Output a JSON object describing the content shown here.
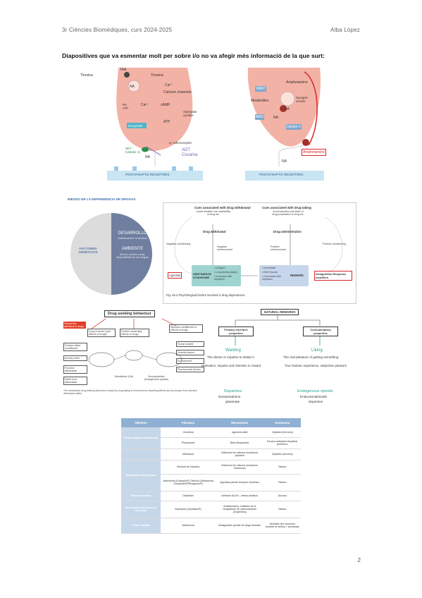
{
  "header": {
    "course": "3r Ciències Biomèdiques, curs 2024-2025",
    "author": "Alba López"
  },
  "intro": "Diapositives que va esmentar molt per sobre i/o no va afegir més informació de la que surt:",
  "fig1": {
    "labels": {
      "taa": "TAA",
      "tirosina_left": "Tirosina",
      "tirosina": "Tirosina",
      "na": "NA",
      "ca": "Ca²⁺",
      "calcium": "Calcium channels",
      "na_atp": "NA ATP",
      "ca2": "Ca²⁺",
      "camp": "cAMP",
      "adenylate": "Adenylate cyclase",
      "exocytosis": "Exocytosis",
      "atp": "ATP",
      "alpha2": "α₂-Adrenoceptor",
      "net": "NET (Uptake-1)",
      "adt": "ADT",
      "cocaina": "Cocaína",
      "na_syn": "NA",
      "receptors": "POSTSYNAPTIC RECEPTORS"
    }
  },
  "fig2": {
    "labels": {
      "vmat": "VMAT",
      "amphetamine": "Amphetamine",
      "synaptic": "Synaptic vesicle",
      "metabolites": "Metabolites",
      "na1": "NA",
      "mao": "MAO",
      "na2": "NA",
      "uptake": "Uptake 1",
      "amph_box": "Amphetamine",
      "na_syn": "NA",
      "receptors": "POSTSYNAPTIC RECEPTORS"
    }
  },
  "fig3": {
    "title": "RIESGO DE LA DEPENDENCIA DE DROGAS",
    "left_label": "FACTORES GENÉTICOS",
    "right_title1": "DESARROLLO",
    "right_sub1": "(Adolescentes vs adultos)",
    "right_title2": "AMBIENTE",
    "right_sub2": "(Estrés, presión social, disponibilidad de las drogas)"
  },
  "fig4": {
    "left_title": "Cues associated with drug withdrawal",
    "left_sub": "social situation non-availability of drug etc.",
    "right_title": "Cues associated with drug taking",
    "right_sub": "social situation purchase of drug preparation of drug etc.",
    "drug_withdrawal": "Drug withdrawal",
    "drug_admin": "Drug administration",
    "neg_cond": "Negative conditioning",
    "neg_reinf": "Negative reinforcement",
    "pos_reinf": "Positive reinforcement",
    "pos_cond": "Positive conditioning",
    "agonists": "Agonists",
    "abstinence": "ABSTINENCE SYNDROME",
    "abst_list": [
      "• Delayed",
      "• Long-lasting (days)",
      "• Increases with repetition"
    ],
    "reward_list": [
      "• Immediate",
      "• Brief (hours)",
      "• Decreases with repetition"
    ],
    "reward": "REWARD",
    "antagonists": "Antagonists Response modifiers",
    "caption": "Fig. 46.2   Psychological factors involved in drug dependence."
  },
  "fig5": {
    "title": "Drug-seeking behaviour",
    "red_box": "Recuerdos afectivos el drogo",
    "top_left": "Drug of abuse (own effects of drugs)",
    "top_mid": "Positive rewarding effects of drugs",
    "top_right": "Stimulus conditioned to effects of drugs",
    "left_nodes": [
      "Positive effect conditioned",
      "Anxiety relief",
      "Function withdrawal",
      "Relief from withdrawal"
    ],
    "center": "Mesolimbic (DA)",
    "neuro": "Neuropeptides (endogenous opioids)",
    "right_nodes": [
      "Social context",
      "Genetic factors",
      "Environment",
      "Psychosocial factors"
    ],
    "caption": "The conditioned drug-seeking behaviour evoked by drug-taking is reinforced by rewarding effects and by escape from aversive withdrawal states."
  },
  "fig6": {
    "title": "NATURAL REWARDS",
    "left_box": "Primary incentive properties",
    "right_box": "Consummatory properties",
    "wanting": "Wanting",
    "wanting_desc1": "The desire or impulse to obtain it",
    "wanting_desc2": "Motivation, Impulse and Attention to reward",
    "liking": "Liking",
    "liking_desc1": "The real pleasure of getting something",
    "liking_desc2": "True hedonic experience, subjective pleasure",
    "dopamine": "Dopamine",
    "dopa_sub1": "Norepinephrine",
    "dopa_sub2": "glutamate",
    "opioids": "Endogenous opioids",
    "op_sub1": "Endocannabinoids",
    "op_sub2": "dopamine"
  },
  "table": {
    "headers": [
      "Objetivo",
      "Fármaco",
      "Mecanismo",
      "Sustancia"
    ],
    "rows": [
      {
        "obj": "Evitar síndrome abstinencia",
        "rows": [
          [
            "Clonidina",
            "Agonista alfa2",
            "Opioides (heroína)"
          ],
          [
            "Propranolol",
            "Beta Bloqueante",
            "Exceso actividad simpática periférica"
          ]
        ]
      },
      {
        "obj": "",
        "rows": [
          [
            "Metadona",
            "Estimular los mismos receptores opioides",
            "Opioides (heroína)"
          ]
        ]
      },
      {
        "obj": "Sustitución a largo plazo",
        "rows": [
          [
            "Parches de Nicotina",
            "Estimular los mismos receptores nicotínicos",
            "Tabaco"
          ],
          [
            "Vareniclina (Champix®) Citisina (Citisfarmina (Todacitan®/Recigarum®)",
            "Agonista parcial receptor nicotínico",
            "Tabaco"
          ]
        ]
      },
      {
        "obj": "Aversión alcohol",
        "rows": [
          [
            "Disulfiram",
            "Inhibidor ALDH – efecto antabús",
            "Alcohol"
          ]
        ]
      },
      {
        "obj": "Disminución del deseo de consumo",
        "rows": [
          [
            "Bupropión (Zyntabac®)",
            "Antidepresivo: inhibidor de la recaptación de catecolaminas (Dopamina)",
            "Tabaco"
          ]
        ]
      },
      {
        "obj": "Evitar recaídas",
        "rows": [
          [
            "Naltrexona",
            "Antagonista opioide de larga duración",
            "Opioides (No consumo durante al menos 7 semanas)"
          ]
        ]
      }
    ]
  },
  "page_number": "2"
}
